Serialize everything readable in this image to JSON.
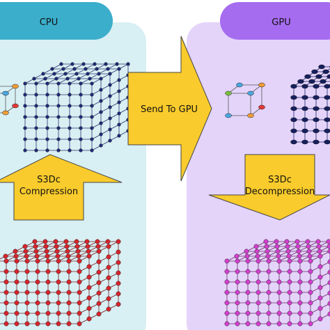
{
  "panels": {
    "cpu": {
      "title": "CPU",
      "header_color": "#3BAECB",
      "bg_color": "#D8EFF3"
    },
    "gpu": {
      "title": "GPU",
      "header_color": "#A66CF0",
      "bg_color": "#E4D4FA"
    }
  },
  "arrows": {
    "send": "Send To GPU",
    "compression_line1": "S3Dc",
    "compression_line2": "Compression",
    "decompression_line1": "S3Dc",
    "decompression_line2": "Decompression",
    "fill_color": "#F9CB2C",
    "stroke_color": "#444444"
  },
  "grids": {
    "cpu_top_nodes": "#1C2A7A",
    "cpu_bottom_nodes": "#D9242C",
    "gpu_bottom_nodes": "#D43FD0",
    "gpu_top_nodes": "#16205E"
  }
}
